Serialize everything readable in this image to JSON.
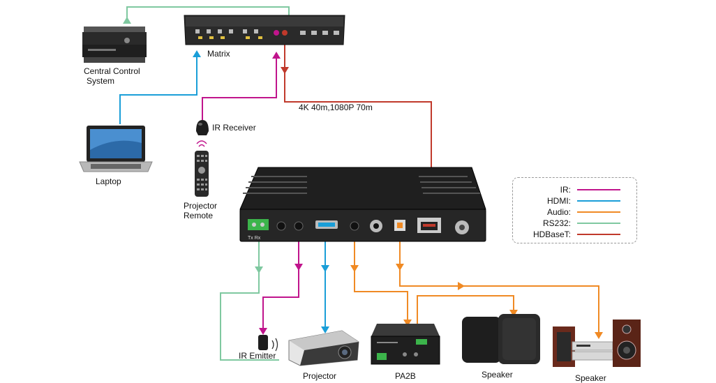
{
  "labels": {
    "matrix": "Matrix",
    "central_control": "Central Control",
    "central_control_2": "System",
    "laptop": "Laptop",
    "ir_receiver": "IR Receiver",
    "projector_remote": "Projector",
    "projector_remote_2": "Remote",
    "distance": "4K 40m,1080P 70m",
    "ir_emitter": "IR Emitter",
    "projector": "Projector",
    "pa2b": "PA2B",
    "speaker1": "Speaker",
    "speaker2": "Speaker",
    "tx_rx": "Tx  Rx"
  },
  "legend": [
    {
      "label": "IR:",
      "color": "#c0148c"
    },
    {
      "label": "HDMI:",
      "color": "#1a9ed8"
    },
    {
      "label": "Audio:",
      "color": "#f08a24"
    },
    {
      "label": "RS232:",
      "color": "#7fc8a0"
    },
    {
      "label": "HDBaseT:",
      "color": "#c0392b"
    }
  ],
  "colors": {
    "ir": "#c0148c",
    "hdmi": "#1a9ed8",
    "audio": "#f08a24",
    "rs232": "#7fc8a0",
    "hdbaset": "#c0392b",
    "device": "#1e1e1e"
  }
}
